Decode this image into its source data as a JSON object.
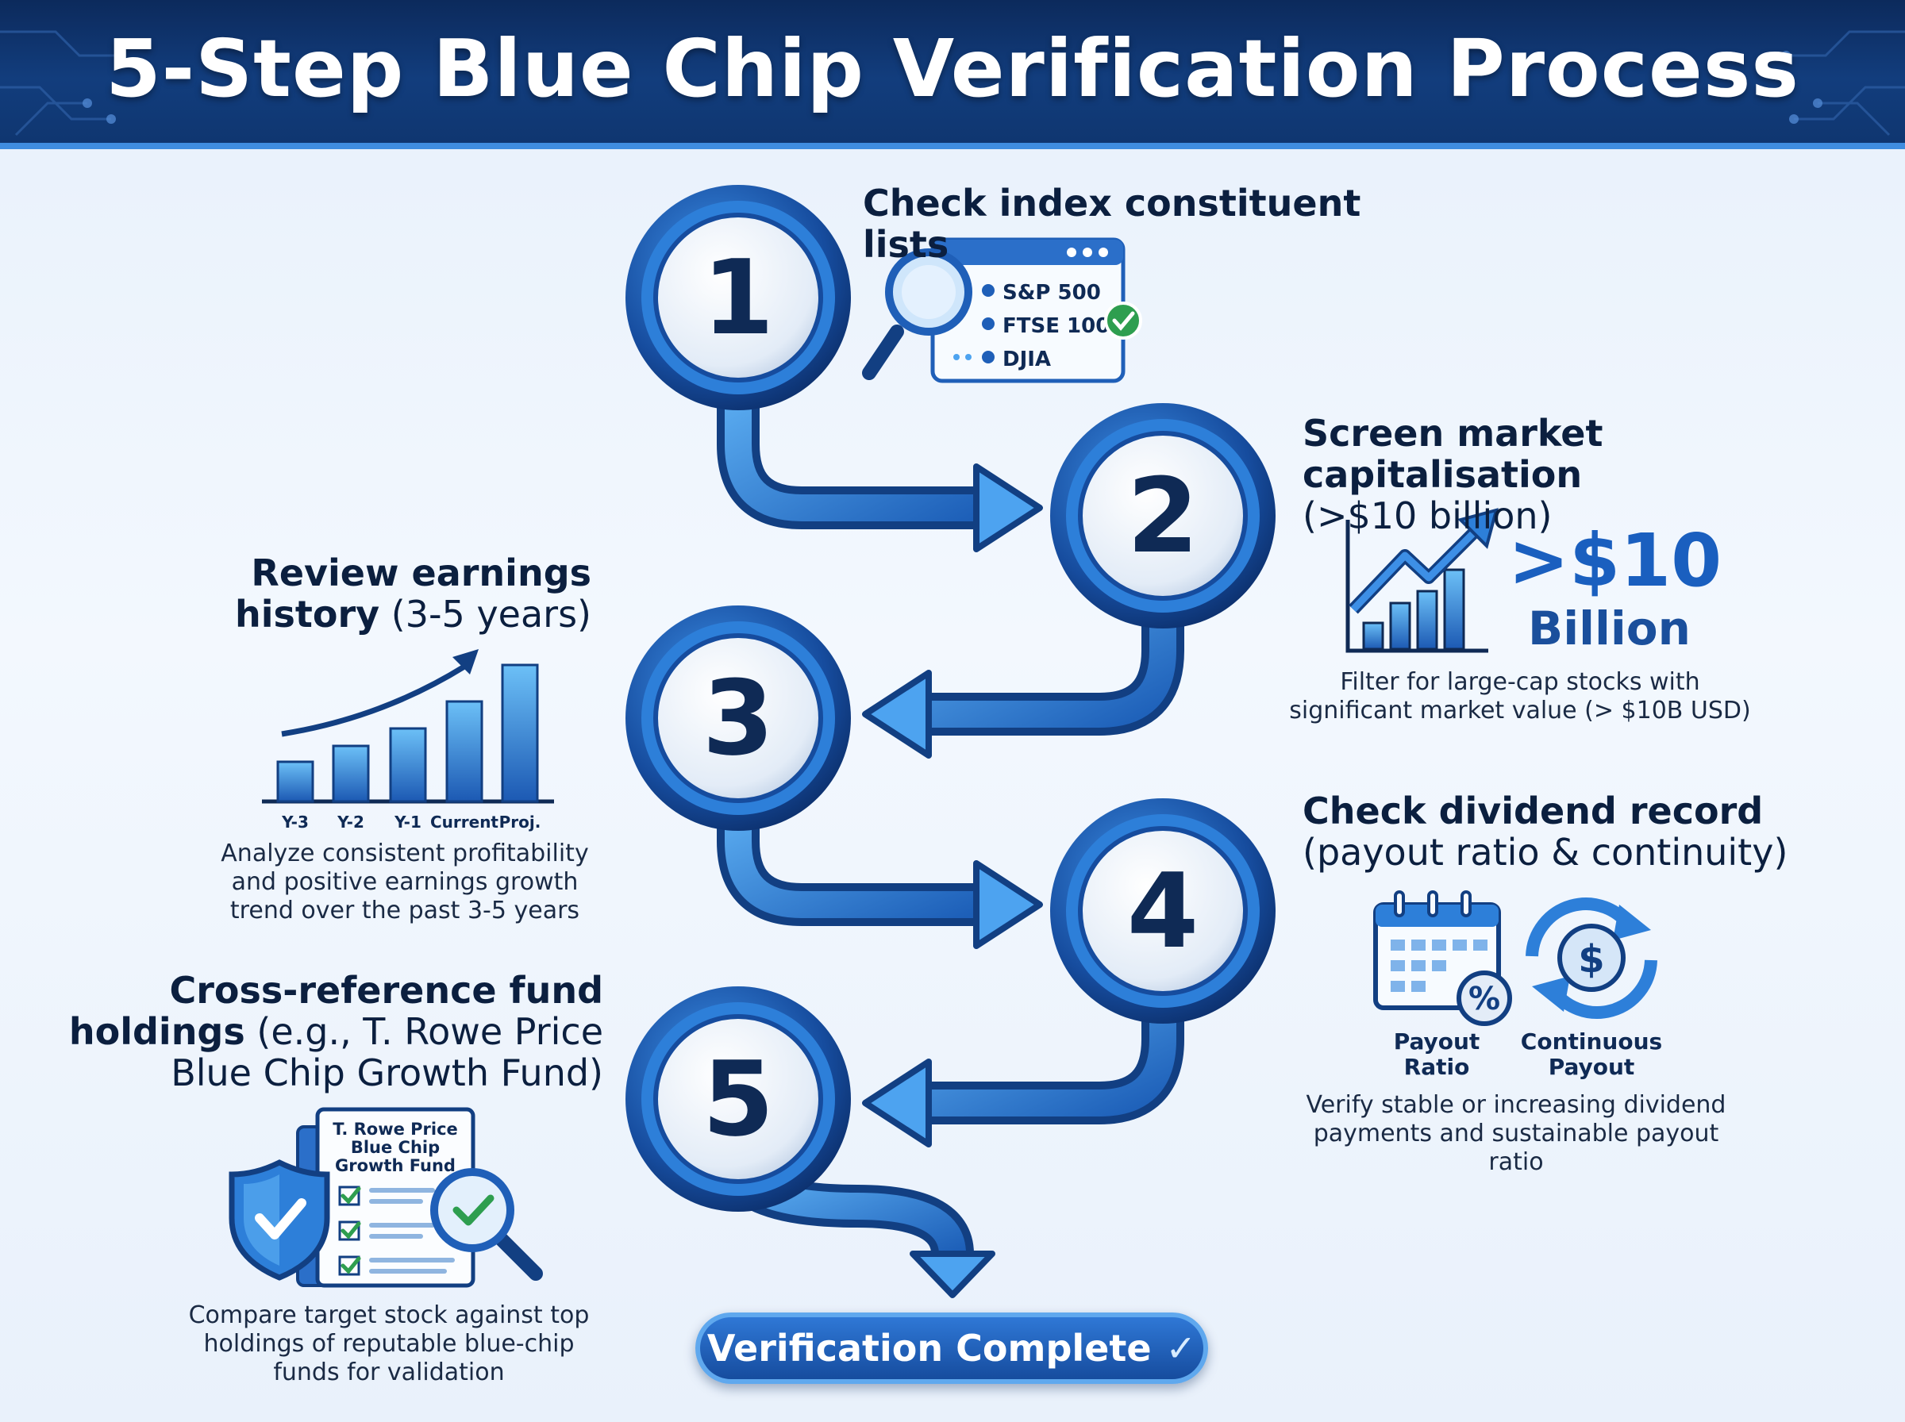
{
  "title": "5-Step Blue Chip Verification Process",
  "steps": [
    {
      "number": "1",
      "heading": "Check index constituent lists",
      "indices": [
        "S&P 500",
        "FTSE 100",
        "DJIA"
      ]
    },
    {
      "number": "2",
      "heading_bold": "Screen market capitalisation",
      "heading_light": "(>$10 billion)",
      "badge_value": ">$10",
      "badge_unit": "Billion",
      "description": [
        "Filter for large-cap stocks with",
        "significant market value (> $10B USD)"
      ]
    },
    {
      "number": "3",
      "heading_bold_1": "Review earnings",
      "heading_bold_2": "history",
      "heading_light": "(3-5 years)",
      "chart_labels": [
        "Y-3",
        "Y-2",
        "Y-1",
        "Current",
        "Proj."
      ],
      "description": [
        "Analyze consistent profitability",
        "and positive earnings growth",
        "trend over the past 3-5 years"
      ]
    },
    {
      "number": "4",
      "heading_bold": "Check dividend record",
      "heading_light": "(payout ratio & continuity)",
      "icon_label_1": [
        "Payout",
        "Ratio"
      ],
      "icon_label_2": [
        "Continuous",
        "Payout"
      ],
      "percent_symbol": "%",
      "dollar_symbol": "$",
      "description": [
        "Verify stable or increasing dividend",
        "payments and sustainable payout",
        "ratio"
      ]
    },
    {
      "number": "5",
      "heading_bold_1": "Cross-reference fund",
      "heading_bold_2": "holdings",
      "heading_light_1": "(e.g., T. Rowe Price",
      "heading_light_2": "Blue Chip Growth Fund)",
      "doc_title": [
        "T. Rowe Price",
        "Blue Chip",
        "Growth Fund"
      ],
      "description": [
        "Compare target stock against top",
        "holdings of reputable blue-chip",
        "funds for validation"
      ]
    }
  ],
  "completion": {
    "label": "Verification Complete",
    "check": "✓"
  },
  "colors": {
    "navy": "#0c2a5c",
    "blue": "#1f5fb8",
    "light_blue": "#4da3f0",
    "accent_green": "#2e9e4f"
  }
}
